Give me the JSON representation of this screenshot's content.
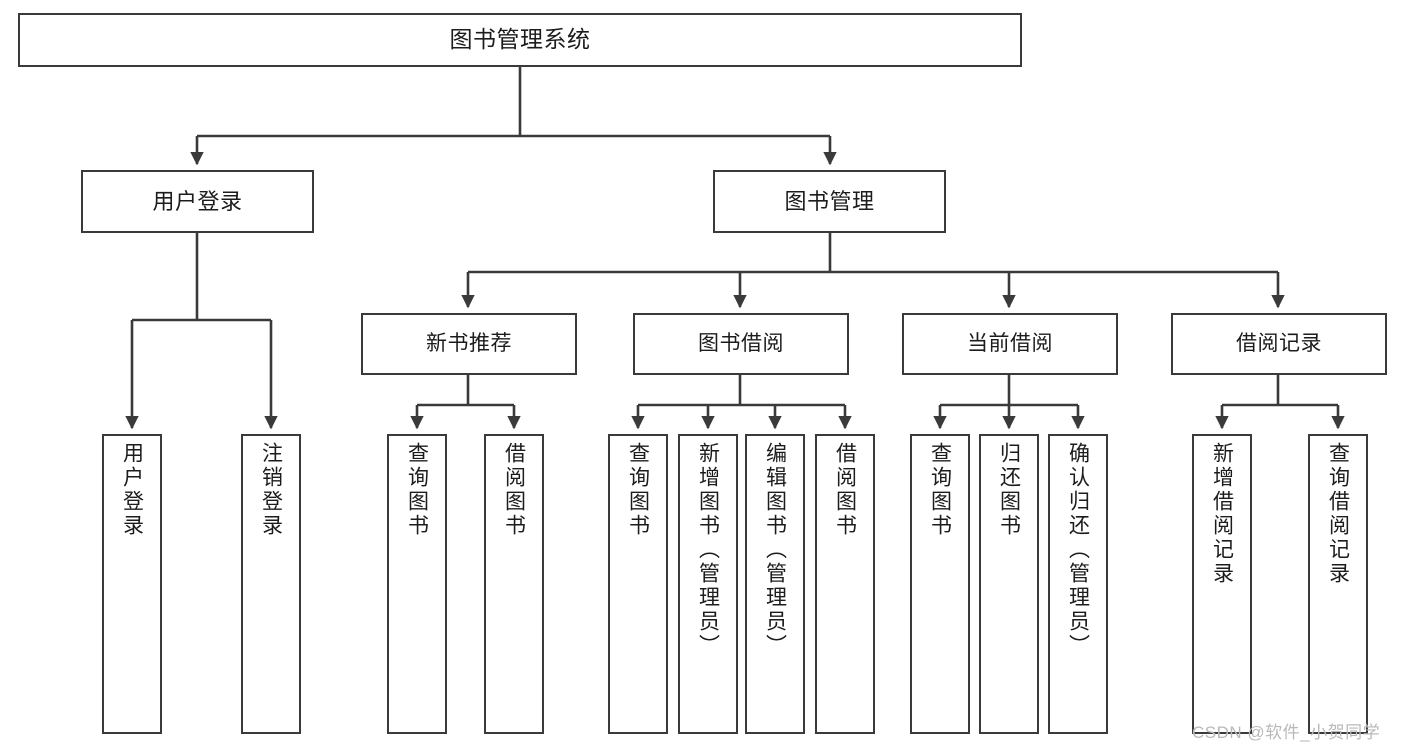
{
  "diagram": {
    "title": "图书管理系统",
    "type": "tree-hierarchy",
    "orientation": "top-down",
    "line_color": "#3a3a3a",
    "box_fill": "#ffffff",
    "text_color": "#1c1c1c",
    "nodes": {
      "root": {
        "label": "图书管理系统"
      },
      "level2": [
        {
          "id": "user-login",
          "label": "用户登录"
        },
        {
          "id": "book-management",
          "label": "图书管理"
        }
      ],
      "level3": [
        {
          "id": "new-book-recommend",
          "label": "新书推荐"
        },
        {
          "id": "book-borrow",
          "label": "图书借阅"
        },
        {
          "id": "current-borrow",
          "label": "当前借阅"
        },
        {
          "id": "borrow-record",
          "label": "借阅记录"
        }
      ],
      "leaves": [
        {
          "id": "leaf-user-login",
          "parent": "user-login",
          "label": "用户登录"
        },
        {
          "id": "leaf-logout",
          "parent": "user-login",
          "label": "注销登录"
        },
        {
          "id": "leaf-query-book-1",
          "parent": "new-book-recommend",
          "label": "查询图书"
        },
        {
          "id": "leaf-borrow-book-1",
          "parent": "new-book-recommend",
          "label": "借阅图书"
        },
        {
          "id": "leaf-query-book-2",
          "parent": "book-borrow",
          "label": "查询图书"
        },
        {
          "id": "leaf-add-book",
          "parent": "book-borrow",
          "label": "新增图书（管理员）"
        },
        {
          "id": "leaf-edit-book",
          "parent": "book-borrow",
          "label": "编辑图书（管理员）"
        },
        {
          "id": "leaf-borrow-book-2",
          "parent": "book-borrow",
          "label": "借阅图书"
        },
        {
          "id": "leaf-query-book-3",
          "parent": "current-borrow",
          "label": "查询图书"
        },
        {
          "id": "leaf-return-book",
          "parent": "current-borrow",
          "label": "归还图书"
        },
        {
          "id": "leaf-confirm-return",
          "parent": "current-borrow",
          "label": "确认归还（管理员）"
        },
        {
          "id": "leaf-add-record",
          "parent": "borrow-record",
          "label": "新增借阅记录"
        },
        {
          "id": "leaf-query-record",
          "parent": "borrow-record",
          "label": "查询借阅记录"
        }
      ]
    },
    "watermark": "CSDN @软件_小贺同学"
  }
}
